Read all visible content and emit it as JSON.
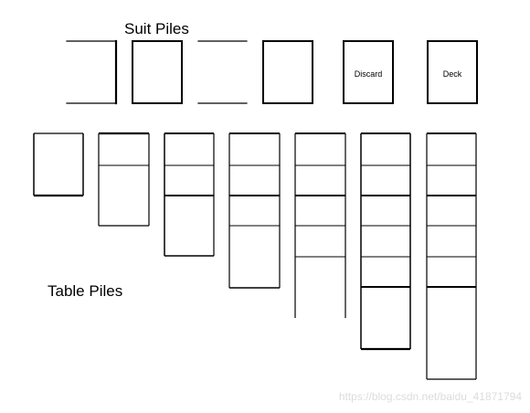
{
  "labels": {
    "suit_piles": "Suit Piles",
    "table_piles": "Table Piles",
    "discard": "Discard",
    "deck": "Deck"
  },
  "watermark": "https://blog.csdn.net/baidu_41871794"
}
